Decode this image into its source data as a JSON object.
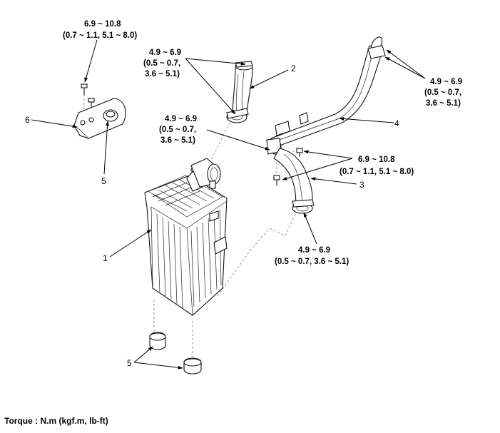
{
  "torques": [
    {
      "id": "bracket_bolt",
      "line1": "6.9 ~ 10.8",
      "line2": "(0.7 ~ 1.1, 5.1 ~ 8.0)"
    },
    {
      "id": "hose2_clamp",
      "line1": "4.9 ~ 6.9",
      "line2": "(0.5 ~ 0.7,",
      "line3": "3.6 ~ 5.1)"
    },
    {
      "id": "pipe4_top_clamp",
      "line1": "4.9 ~ 6.9",
      "line2": "(0.5 ~ 0.7,",
      "line3": "3.6 ~ 5.1)"
    },
    {
      "id": "pipe4_lower_clamp",
      "line1": "4.9 ~ 6.9",
      "line2": "(0.5 ~ 0.7,",
      "line3": "3.6 ~ 5.1)"
    },
    {
      "id": "pipe_bolts",
      "line1": "6.9 ~ 10.8",
      "line2": "(0.7 ~ 1.1, 5.1 ~ 8.0)"
    },
    {
      "id": "hose3_clamp",
      "line1": "4.9 ~ 6.9",
      "line2": "(0.5 ~ 0.7,  3.6 ~ 5.1)"
    }
  ],
  "parts": [
    {
      "id": "p1",
      "label": "1"
    },
    {
      "id": "p2",
      "label": "2"
    },
    {
      "id": "p3",
      "label": "3"
    },
    {
      "id": "p4",
      "label": "4"
    },
    {
      "id": "p5_top",
      "label": "5"
    },
    {
      "id": "p5_bottom",
      "label": "5"
    },
    {
      "id": "p6",
      "label": "6"
    }
  ],
  "footer": "Torque : N.m (kgf.m, lb-ft)",
  "colors": {
    "line": "#000000",
    "background": "#ffffff"
  }
}
